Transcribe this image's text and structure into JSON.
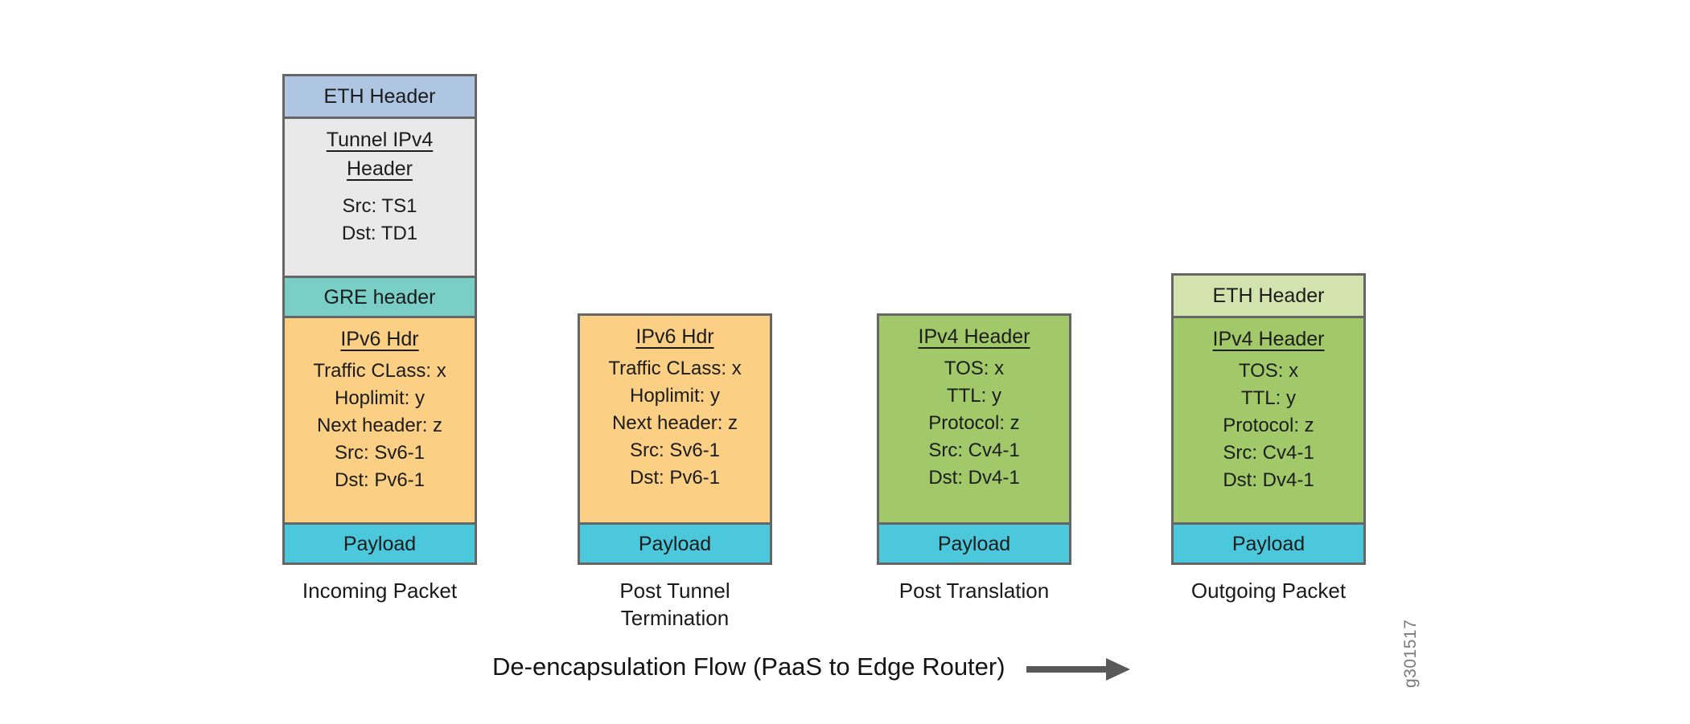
{
  "caption": "De-encapsulation Flow (PaaS to Edge Router)",
  "figure_id": "g301517",
  "colors": {
    "eth_blue": "#aec6e2",
    "tunnel_gray": "#e9e9e9",
    "gre_teal": "#79cec6",
    "ipv6_orange": "#fbcf84",
    "ipv4_green": "#a1c969",
    "eth_light_green": "#d2e3ae",
    "payload_cyan": "#4cc8dc",
    "border_gray": "#666666",
    "arrow_gray": "#595959",
    "figure_id_gray": "#7a7a7a"
  },
  "arrow": {
    "direction": "right"
  },
  "packets": [
    {
      "id": "incoming-packet",
      "label_lines": [
        "Incoming Packet"
      ],
      "segments": [
        {
          "name": "eth-header",
          "title_lines": [
            "ETH Header"
          ],
          "underline": false,
          "fields": [],
          "color_key": "eth_blue",
          "size": "small"
        },
        {
          "name": "tunnel-ipv4-header",
          "title_lines": [
            "Tunnel IPv4",
            "Header"
          ],
          "underline": true,
          "fields": [
            "Src: TS1",
            "Dst: TD1"
          ],
          "color_key": "tunnel_gray",
          "size": "tunnel"
        },
        {
          "name": "gre-header",
          "title_lines": [
            "GRE header"
          ],
          "underline": false,
          "fields": [],
          "color_key": "gre_teal",
          "size": "small"
        },
        {
          "name": "ipv6-header",
          "title_lines": [
            "IPv6 Hdr"
          ],
          "underline": true,
          "fields": [
            "Traffic CLass: x",
            "Hoplimit: y",
            "Next header: z",
            "Src: Sv6-1",
            "Dst: Pv6-1"
          ],
          "color_key": "ipv6_orange",
          "size": "main"
        },
        {
          "name": "payload",
          "title_lines": [
            "Payload"
          ],
          "underline": false,
          "fields": [],
          "color_key": "payload_cyan",
          "size": "small"
        }
      ]
    },
    {
      "id": "post-tunnel-termination",
      "label_lines": [
        "Post Tunnel",
        "Termination"
      ],
      "segments": [
        {
          "name": "ipv6-header",
          "title_lines": [
            "IPv6 Hdr"
          ],
          "underline": true,
          "fields": [
            "Traffic CLass: x",
            "Hoplimit: y",
            "Next header: z",
            "Src: Sv6-1",
            "Dst: Pv6-1"
          ],
          "color_key": "ipv6_orange",
          "size": "main"
        },
        {
          "name": "payload",
          "title_lines": [
            "Payload"
          ],
          "underline": false,
          "fields": [],
          "color_key": "payload_cyan",
          "size": "small"
        }
      ]
    },
    {
      "id": "post-translation",
      "label_lines": [
        "Post Translation"
      ],
      "segments": [
        {
          "name": "ipv4-header",
          "title_lines": [
            "IPv4 Header"
          ],
          "underline": true,
          "fields": [
            "TOS: x",
            "TTL: y",
            "Protocol: z",
            "Src: Cv4-1",
            "Dst: Dv4-1"
          ],
          "color_key": "ipv4_green",
          "size": "main"
        },
        {
          "name": "payload",
          "title_lines": [
            "Payload"
          ],
          "underline": false,
          "fields": [],
          "color_key": "payload_cyan",
          "size": "small"
        }
      ]
    },
    {
      "id": "outgoing-packet",
      "label_lines": [
        "Outgoing Packet"
      ],
      "segments": [
        {
          "name": "eth-header",
          "title_lines": [
            "ETH Header"
          ],
          "underline": false,
          "fields": [],
          "color_key": "eth_light_green",
          "size": "small"
        },
        {
          "name": "ipv4-header",
          "title_lines": [
            "IPv4 Header"
          ],
          "underline": true,
          "fields": [
            "TOS: x",
            "TTL: y",
            "Protocol: z",
            "Src: Cv4-1",
            "Dst: Dv4-1"
          ],
          "color_key": "ipv4_green",
          "size": "main"
        },
        {
          "name": "payload",
          "title_lines": [
            "Payload"
          ],
          "underline": false,
          "fields": [],
          "color_key": "payload_cyan",
          "size": "small"
        }
      ]
    }
  ]
}
